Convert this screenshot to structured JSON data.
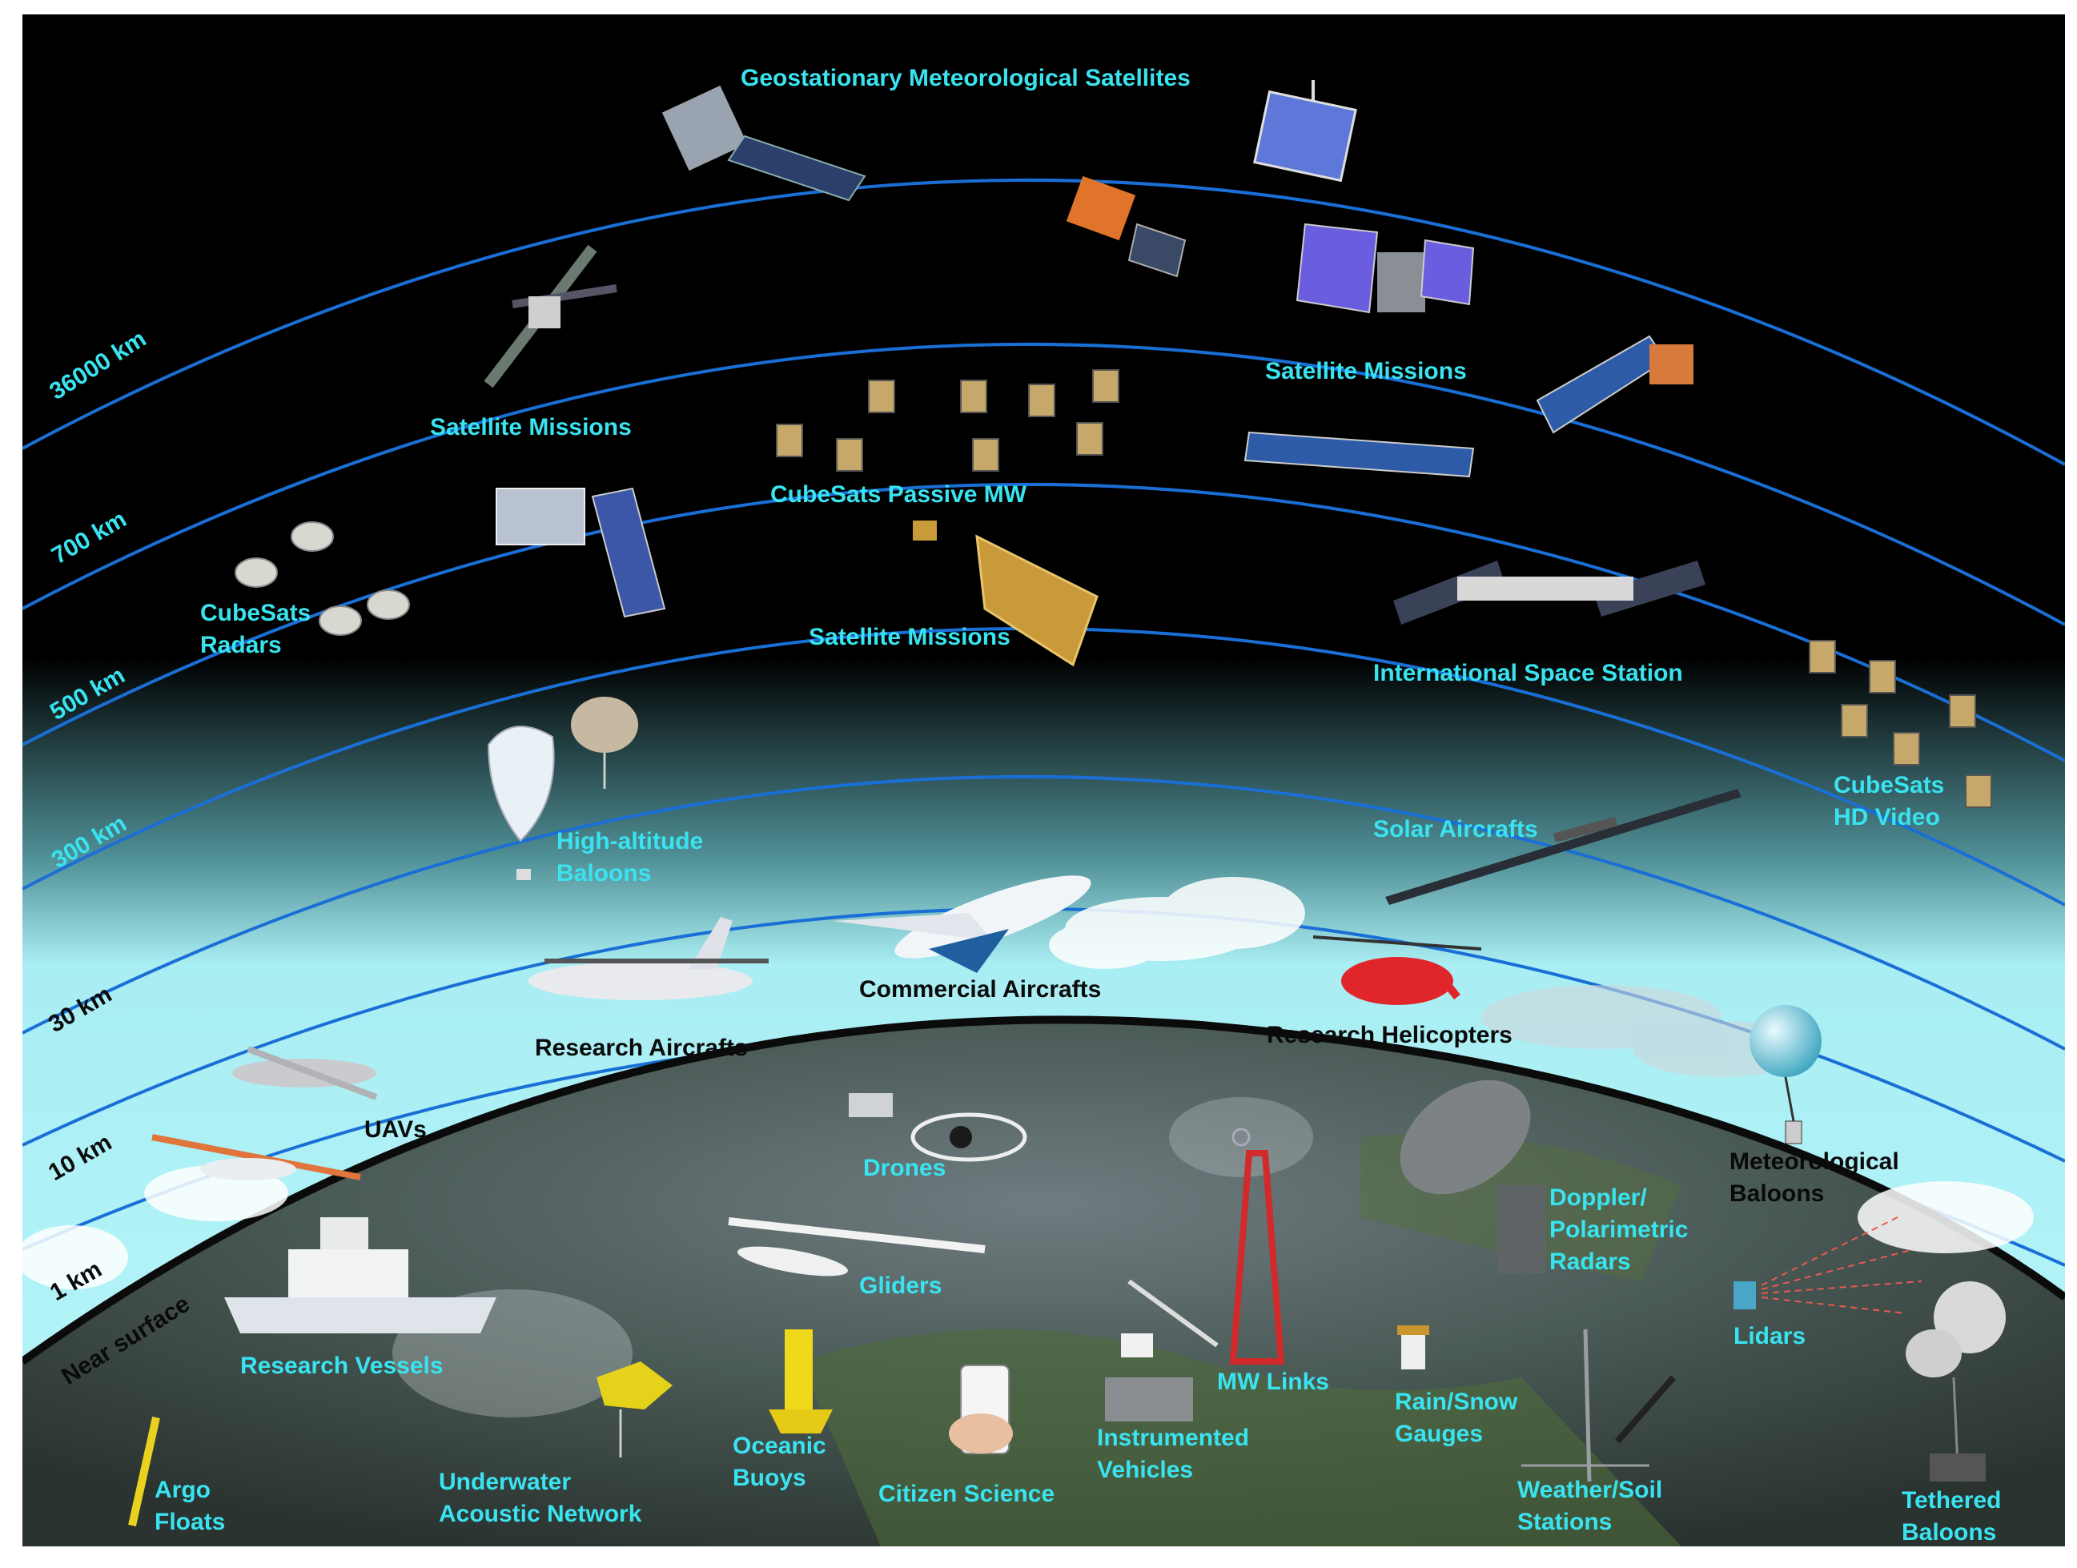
{
  "colors": {
    "space": "#000000",
    "atmosphere": "#a9f1f6",
    "orbit_line": "#1a6fd6",
    "label_cyan": "#39e3ef",
    "label_dark": "#0a0a0a",
    "earth_dark": "#2b2f33",
    "earth_land": "#4f6b3a"
  },
  "altitudes": {
    "a36000": "36000 km",
    "a700": "700 km",
    "a500": "500 km",
    "a300": "300 km",
    "a30": "30 km",
    "a10": "10 km",
    "a1": "1 km",
    "near": "Near surface"
  },
  "labels": {
    "geo": "Geostationary Meteorological Satellites",
    "sat_missions_left": "Satellite Missions",
    "sat_missions_right": "Satellite Missions",
    "sat_missions_center": "Satellite Missions",
    "cubesats_mw": "CubeSats Passive MW",
    "cubesats_radars_1": "CubeSats",
    "cubesats_radars_2": "Radars",
    "iss": "International Space Station",
    "cubesats_hd_1": "CubeSats",
    "cubesats_hd_2": "HD Video",
    "balloons_1": "High-altitude",
    "balloons_2": "Baloons",
    "solar": "Solar Aircrafts",
    "commercial": "Commercial Aircrafts",
    "research_aircrafts": "Research Aircrafts",
    "research_heli": "Research Helicopters",
    "uavs": "UAVs",
    "drones": "Drones",
    "met_balloons_1": "Meteorological",
    "met_balloons_2": "Baloons",
    "doppler_1": "Doppler/",
    "doppler_2": "Polarimetric",
    "doppler_3": "Radars",
    "gliders": "Gliders",
    "lidars": "Lidars",
    "vessels": "Research Vessels",
    "mw_links": "MW Links",
    "rain_1": "Rain/Snow",
    "rain_2": "Gauges",
    "instr_1": "Instrumented",
    "instr_2": "Vehicles",
    "buoys_1": "Oceanic",
    "buoys_2": "Buoys",
    "citizen": "Citizen Science",
    "uw_1": "Underwater",
    "uw_2": "Acoustic Network",
    "argo_1": "Argo",
    "argo_2": "Floats",
    "weather_1": "Weather/Soil",
    "weather_2": "Stations",
    "tethered_1": "Tethered",
    "tethered_2": "Baloons"
  }
}
